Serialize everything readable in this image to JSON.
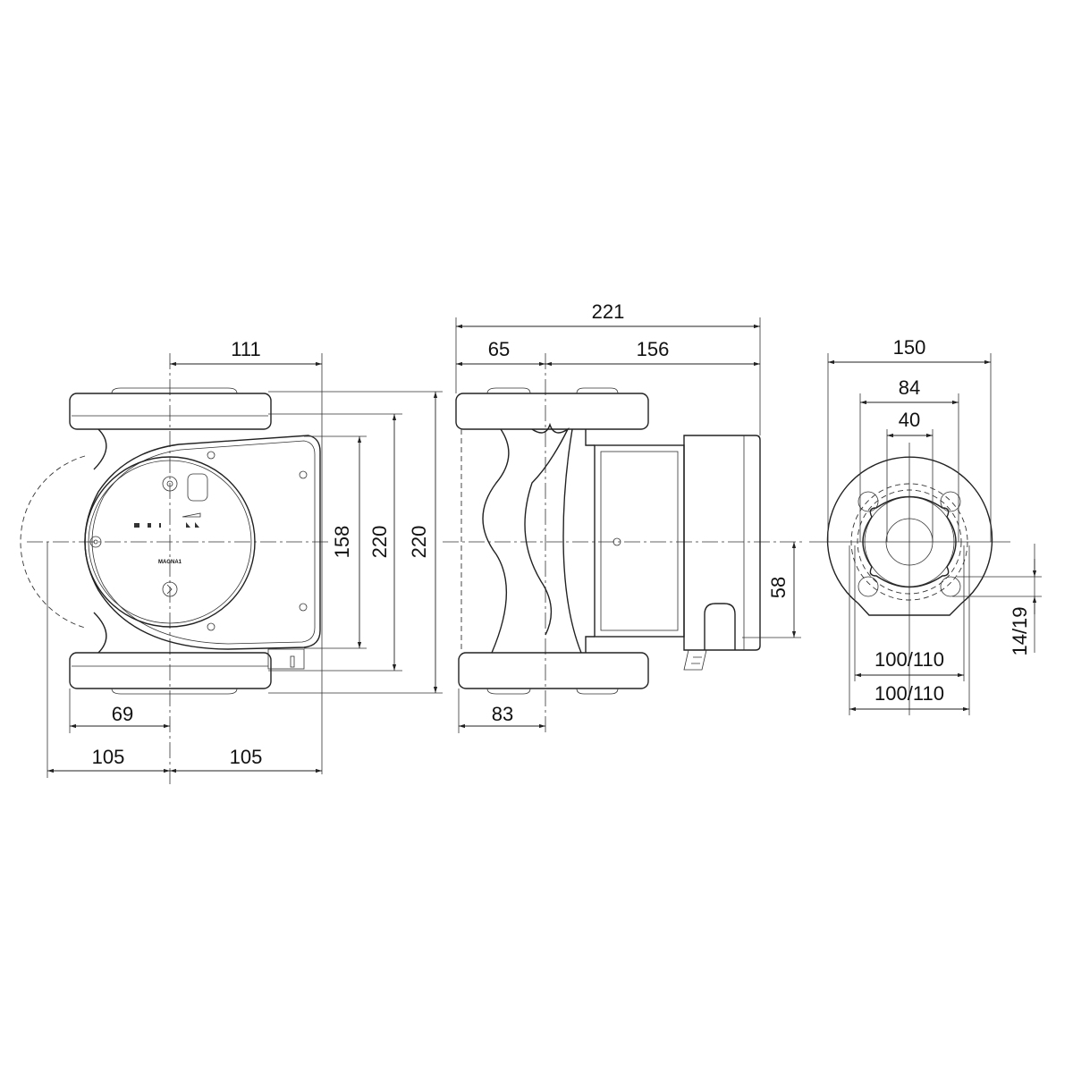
{
  "drawing": {
    "logo_text": "MAGNA1",
    "front_view": {
      "width_right": "111",
      "height_inner": "158",
      "height_flange": "220",
      "height_total": "220",
      "offset_bottom": "69",
      "half_width_left": "105",
      "half_width_right": "105"
    },
    "side_view": {
      "overall_length": "221",
      "flange_to_center": "65",
      "center_to_motor_end": "156",
      "bottom_flange_to_center": "83",
      "box_offset": "58"
    },
    "flange_view": {
      "flange_diameter": "150",
      "bolt_circle_inner": "84",
      "bore": "40",
      "bolt_spacing_1": "100/110",
      "bolt_spacing_2": "100/110",
      "bolt_hole": "14/19"
    }
  }
}
